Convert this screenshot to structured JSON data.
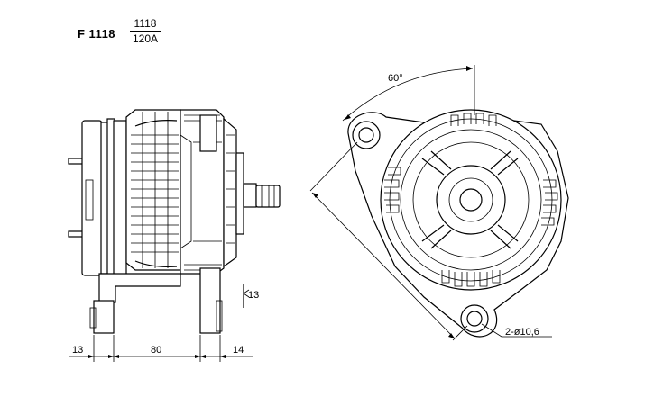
{
  "model": {
    "code": "F 1118",
    "fraction_top": "1118",
    "fraction_bottom": "120A"
  },
  "dimensions": {
    "left_offset": "13",
    "body_length": "80",
    "right_offset": "14",
    "bracket_gap": "13",
    "mount_angle": "60°",
    "holes": "2-ø10,6"
  }
}
